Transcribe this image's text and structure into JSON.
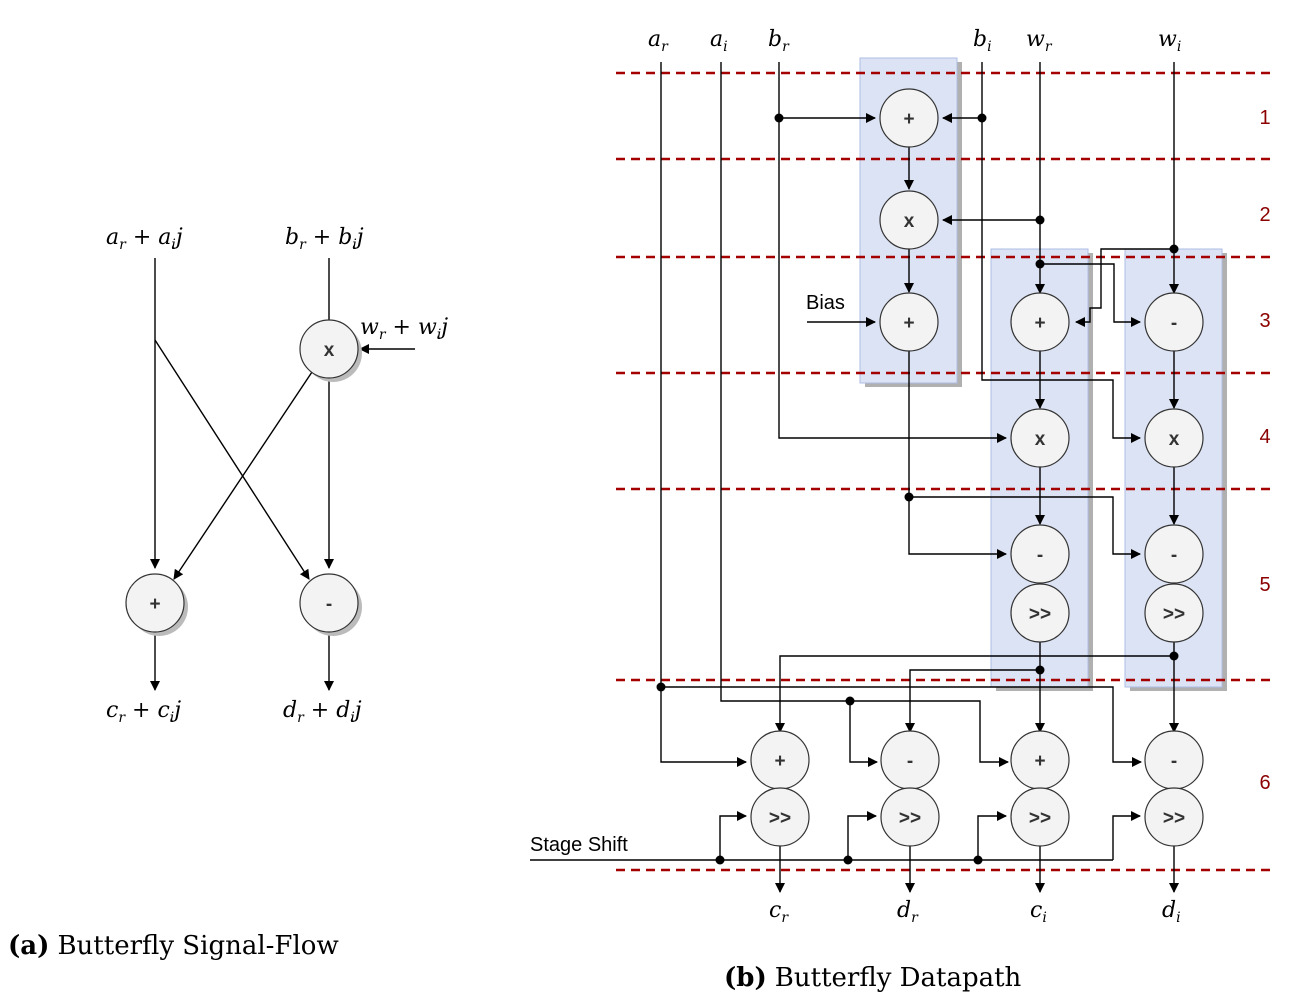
{
  "panel_a": {
    "caption_tag": "(a)",
    "caption_text": "Butterfly Signal-Flow",
    "inputs": [
      {
        "base": "a",
        "sub1": "r",
        "mid": " + a",
        "sub2": "i",
        "tail": "j"
      },
      {
        "base": "b",
        "sub1": "r",
        "mid": " + b",
        "sub2": "i",
        "tail": "j"
      }
    ],
    "twiddle": {
      "base": "w",
      "sub1": "r",
      "mid": " + w",
      "sub2": "i",
      "tail": "j"
    },
    "outputs": [
      {
        "base": "c",
        "sub1": "r",
        "mid": " + c",
        "sub2": "i",
        "tail": "j"
      },
      {
        "base": "d",
        "sub1": "r",
        "mid": " + d",
        "sub2": "i",
        "tail": "j"
      }
    ],
    "ops": {
      "mul": "x",
      "add": "+",
      "sub": "-"
    }
  },
  "panel_b": {
    "caption_tag": "(b)",
    "caption_text": "Butterfly Datapath",
    "inputs": [
      {
        "base": "a",
        "sub": "r"
      },
      {
        "base": "a",
        "sub": "i"
      },
      {
        "base": "b",
        "sub": "r"
      },
      {
        "base": "b",
        "sub": "i"
      },
      {
        "base": "w",
        "sub": "r"
      },
      {
        "base": "w",
        "sub": "i"
      }
    ],
    "outputs": [
      {
        "base": "c",
        "sub": "r"
      },
      {
        "base": "d",
        "sub": "r"
      },
      {
        "base": "c",
        "sub": "i"
      },
      {
        "base": "d",
        "sub": "i"
      }
    ],
    "stages": [
      "1",
      "2",
      "3",
      "4",
      "5",
      "6"
    ],
    "bias_label": "Bias",
    "stage_shift_label": "Stage Shift",
    "ops": {
      "add": "+",
      "sub": "-",
      "mul": "x",
      "shift": ">>"
    }
  }
}
